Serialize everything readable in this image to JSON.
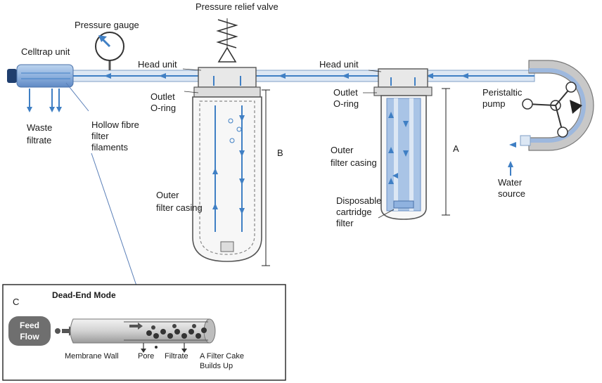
{
  "labels": {
    "celltrap_unit": "Celltrap unit",
    "pressure_gauge": "Pressure gauge",
    "pressure_relief_valve": "Pressure relief valve",
    "head_unit_left": "Head unit",
    "head_unit_right": "Head unit",
    "outlet_left": "Outlet",
    "oring_left": "O-ring",
    "outlet_right": "Outlet",
    "oring_right": "O-ring",
    "waste_1": "Waste",
    "waste_2": "filtrate",
    "hollow_1": "Hollow fibre",
    "hollow_2": "filter",
    "hollow_3": "filaments",
    "outer_left_1": "Outer",
    "outer_left_2": "filter casing",
    "outer_right_1": "Outer",
    "outer_right_2": "filter casing",
    "disposable_1": "Disposable",
    "disposable_2": "cartridge",
    "disposable_3": "filter",
    "peristaltic_1": "Peristaltic",
    "peristaltic_2": "pump",
    "water_1": "Water",
    "water_2": "source",
    "dim_b": "B",
    "dim_a": "A"
  },
  "inset": {
    "panel_letter": "C",
    "title": "Dead-End Mode",
    "feed_1": "Feed",
    "feed_2": "Flow",
    "membrane_wall": "Membrane Wall",
    "pore": "Pore",
    "filtrate": "Filtrate",
    "cake_1": "A Filter Cake",
    "cake_2": "Builds Up"
  },
  "colors": {
    "flow": "#3f7fc4",
    "pipe_fill": "#dce7f4",
    "cartridge_fill": "#a9c4e6"
  }
}
